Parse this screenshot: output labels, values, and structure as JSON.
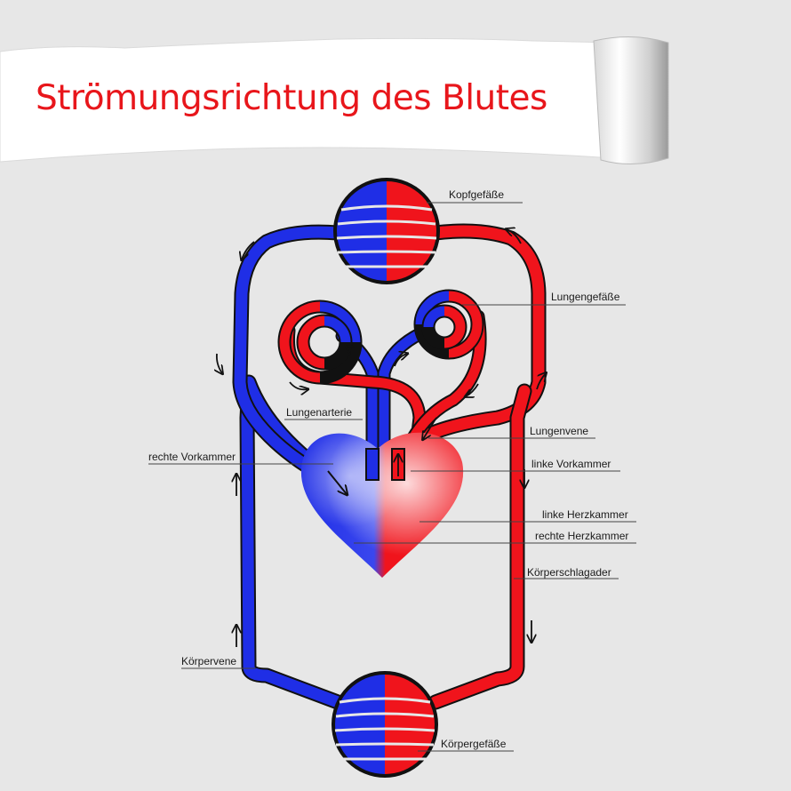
{
  "title": "Strömungsrichtung des Blutes",
  "colors": {
    "venous": "#1f2ee6",
    "arterial": "#f0141c",
    "title": "#e8161b",
    "background": "#e7e7e7"
  },
  "labels": {
    "kopfgefaesse": "Kopfgefäße",
    "lungengefaesse": "Lungengefäße",
    "lungenarterie": "Lungenarterie",
    "lungenvene": "Lungenvene",
    "rechte_vorkammer": "rechte Vorkammer",
    "linke_vorkammer": "linke Vorkammer",
    "linke_herzkammer": "linke Herzkammer",
    "rechte_herzkammer": "rechte Herzkammer",
    "koerperschlagader": "Körperschlagader",
    "koerpervene": "Körpervene",
    "koerpergefaesse": "Körpergefäße"
  }
}
